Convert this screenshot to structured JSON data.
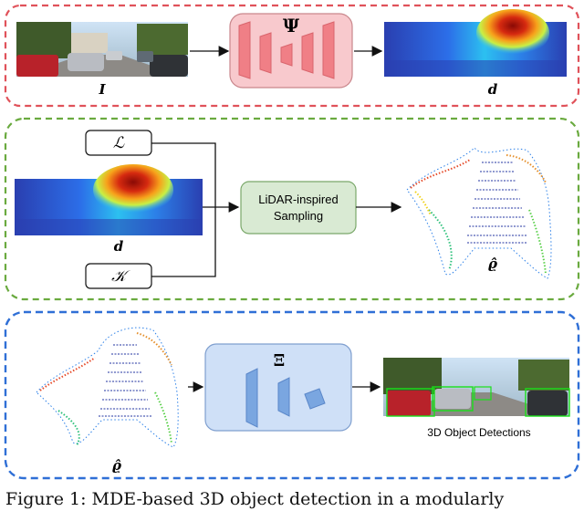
{
  "panel1": {
    "image_label": "I",
    "network_symbol": "Ψ",
    "depth_label": "d"
  },
  "panel2": {
    "lidar_param": "ℒ",
    "intrinsics_param": "𝒦",
    "depth_label": "d",
    "sampling_line1": "LiDAR-inspired",
    "sampling_line2": "Sampling",
    "pointcloud_label": "ϱ̂"
  },
  "panel3": {
    "pointcloud_label": "ϱ̂",
    "detector_symbol": "Ξ",
    "detections_label": "3D Object Detections"
  },
  "caption": "Figure 1:  MDE-based 3D object detection in a modularly",
  "colors": {
    "panel1_border": "#e0525a",
    "panel2_border": "#6aaa3f",
    "panel3_border": "#2f6fd6",
    "network_fill": "#f8c9cd",
    "sampling_fill": "#d9ead3",
    "detector_fill": "#cfe0f7"
  }
}
